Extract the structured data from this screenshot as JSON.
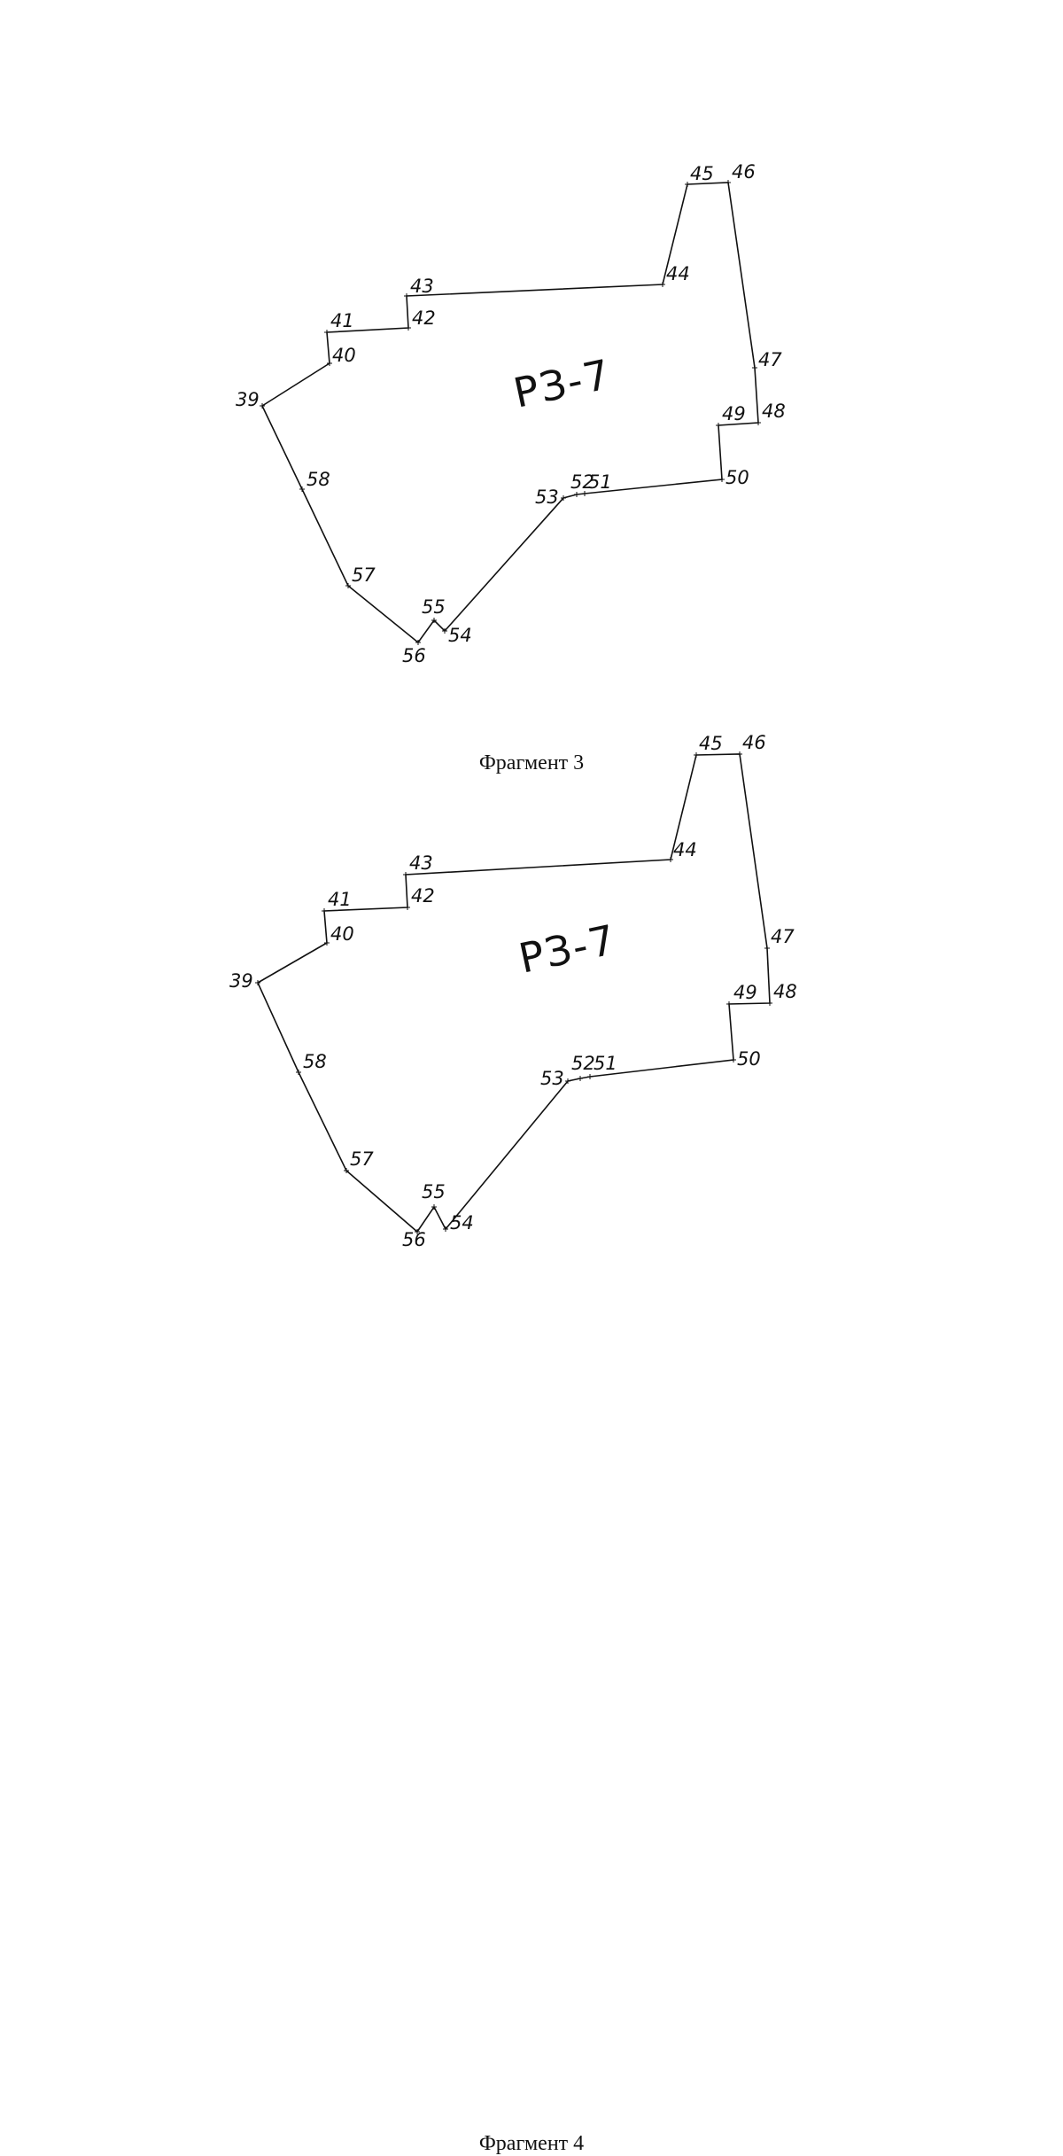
{
  "fragments": [
    {
      "caption": "Фрагмент 3",
      "zone_label": "РЗ-7",
      "points": [
        {
          "n": "39"
        },
        {
          "n": "40"
        },
        {
          "n": "41"
        },
        {
          "n": "42"
        },
        {
          "n": "43"
        },
        {
          "n": "44"
        },
        {
          "n": "45"
        },
        {
          "n": "46"
        },
        {
          "n": "47"
        },
        {
          "n": "48"
        },
        {
          "n": "49"
        },
        {
          "n": "50"
        },
        {
          "n": "51"
        },
        {
          "n": "52"
        },
        {
          "n": "53"
        },
        {
          "n": "54"
        },
        {
          "n": "55"
        },
        {
          "n": "56"
        },
        {
          "n": "57"
        },
        {
          "n": "58"
        }
      ]
    },
    {
      "caption": "Фрагмент 4",
      "zone_label": "РЗ-7",
      "points": [
        {
          "n": "39"
        },
        {
          "n": "40"
        },
        {
          "n": "41"
        },
        {
          "n": "42"
        },
        {
          "n": "43"
        },
        {
          "n": "44"
        },
        {
          "n": "45"
        },
        {
          "n": "46"
        },
        {
          "n": "47"
        },
        {
          "n": "48"
        },
        {
          "n": "49"
        },
        {
          "n": "50"
        },
        {
          "n": "51"
        },
        {
          "n": "52"
        },
        {
          "n": "53"
        },
        {
          "n": "54"
        },
        {
          "n": "55"
        },
        {
          "n": "56"
        },
        {
          "n": "57"
        },
        {
          "n": "58"
        }
      ]
    }
  ]
}
